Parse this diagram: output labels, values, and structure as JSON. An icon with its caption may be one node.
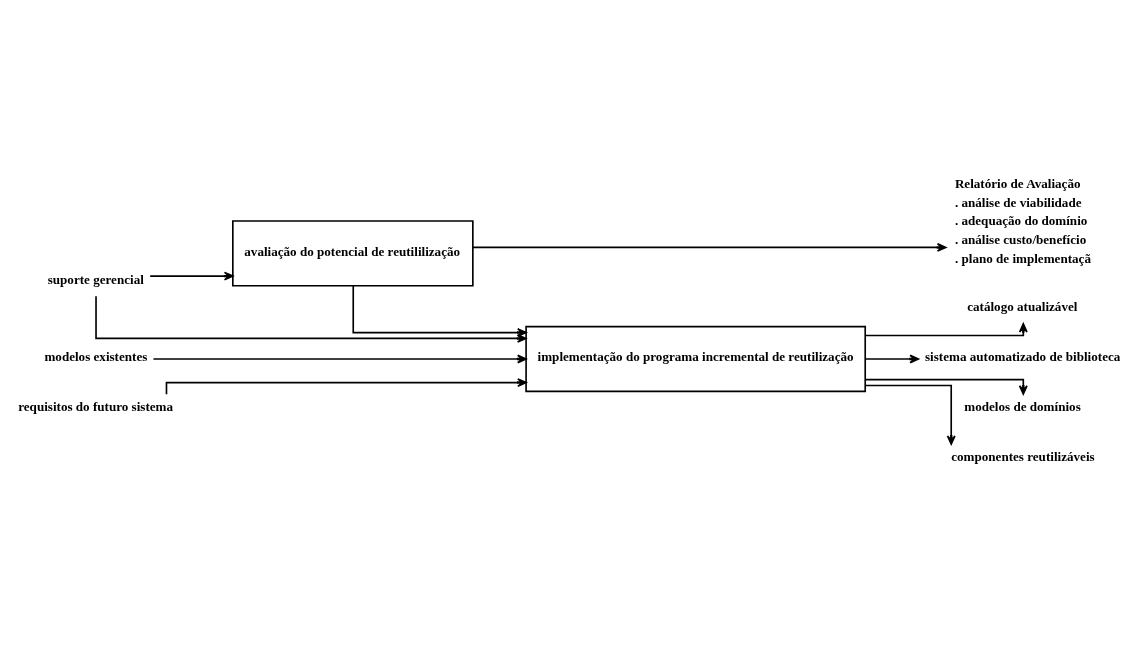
{
  "diagram": {
    "nodes": [
      {
        "text": [
          "suporte gerencial"
        ]
      },
      {
        "text": [
          "avaliação do potencial de reutililização"
        ]
      },
      {
        "text": [
          "modelos existentes"
        ]
      },
      {
        "text": [
          "requisitos do futuro sistema"
        ]
      },
      {
        "text": [
          "implementação do programa incremental de reutilização"
        ]
      },
      {
        "text": [
          "Relatório de Avaliação",
          ". análise de viabilidade",
          ". adequação do domínio",
          ". análise custo/benefício",
          ". plano de implementaçã"
        ]
      },
      {
        "text": [
          "catálogo atualizável"
        ]
      },
      {
        "text": [
          "sistema automatizado de biblioteca"
        ]
      },
      {
        "text": [
          "modelos de domínios"
        ]
      },
      {
        "text": [
          "componentes reutilizáveis"
        ]
      }
    ],
    "edges": [
      {
        "from": 0,
        "to": 1,
        "arrow": "to"
      },
      {
        "from": 0,
        "to": 4,
        "arrow": "to"
      },
      {
        "from": 2,
        "to": 4,
        "arrow": "to"
      },
      {
        "from": 3,
        "to": 4,
        "arrow": "to"
      },
      {
        "from": 1,
        "to": 5,
        "arrow": "to"
      },
      {
        "from": 1,
        "to": 4,
        "arrow": "to"
      },
      {
        "from": 4,
        "to": 6,
        "arrow": "to"
      },
      {
        "from": 4,
        "to": 7,
        "arrow": "to"
      },
      {
        "from": 4,
        "to": 8,
        "arrow": "to"
      },
      {
        "from": 4,
        "to": 9,
        "arrow": "to"
      }
    ]
  }
}
